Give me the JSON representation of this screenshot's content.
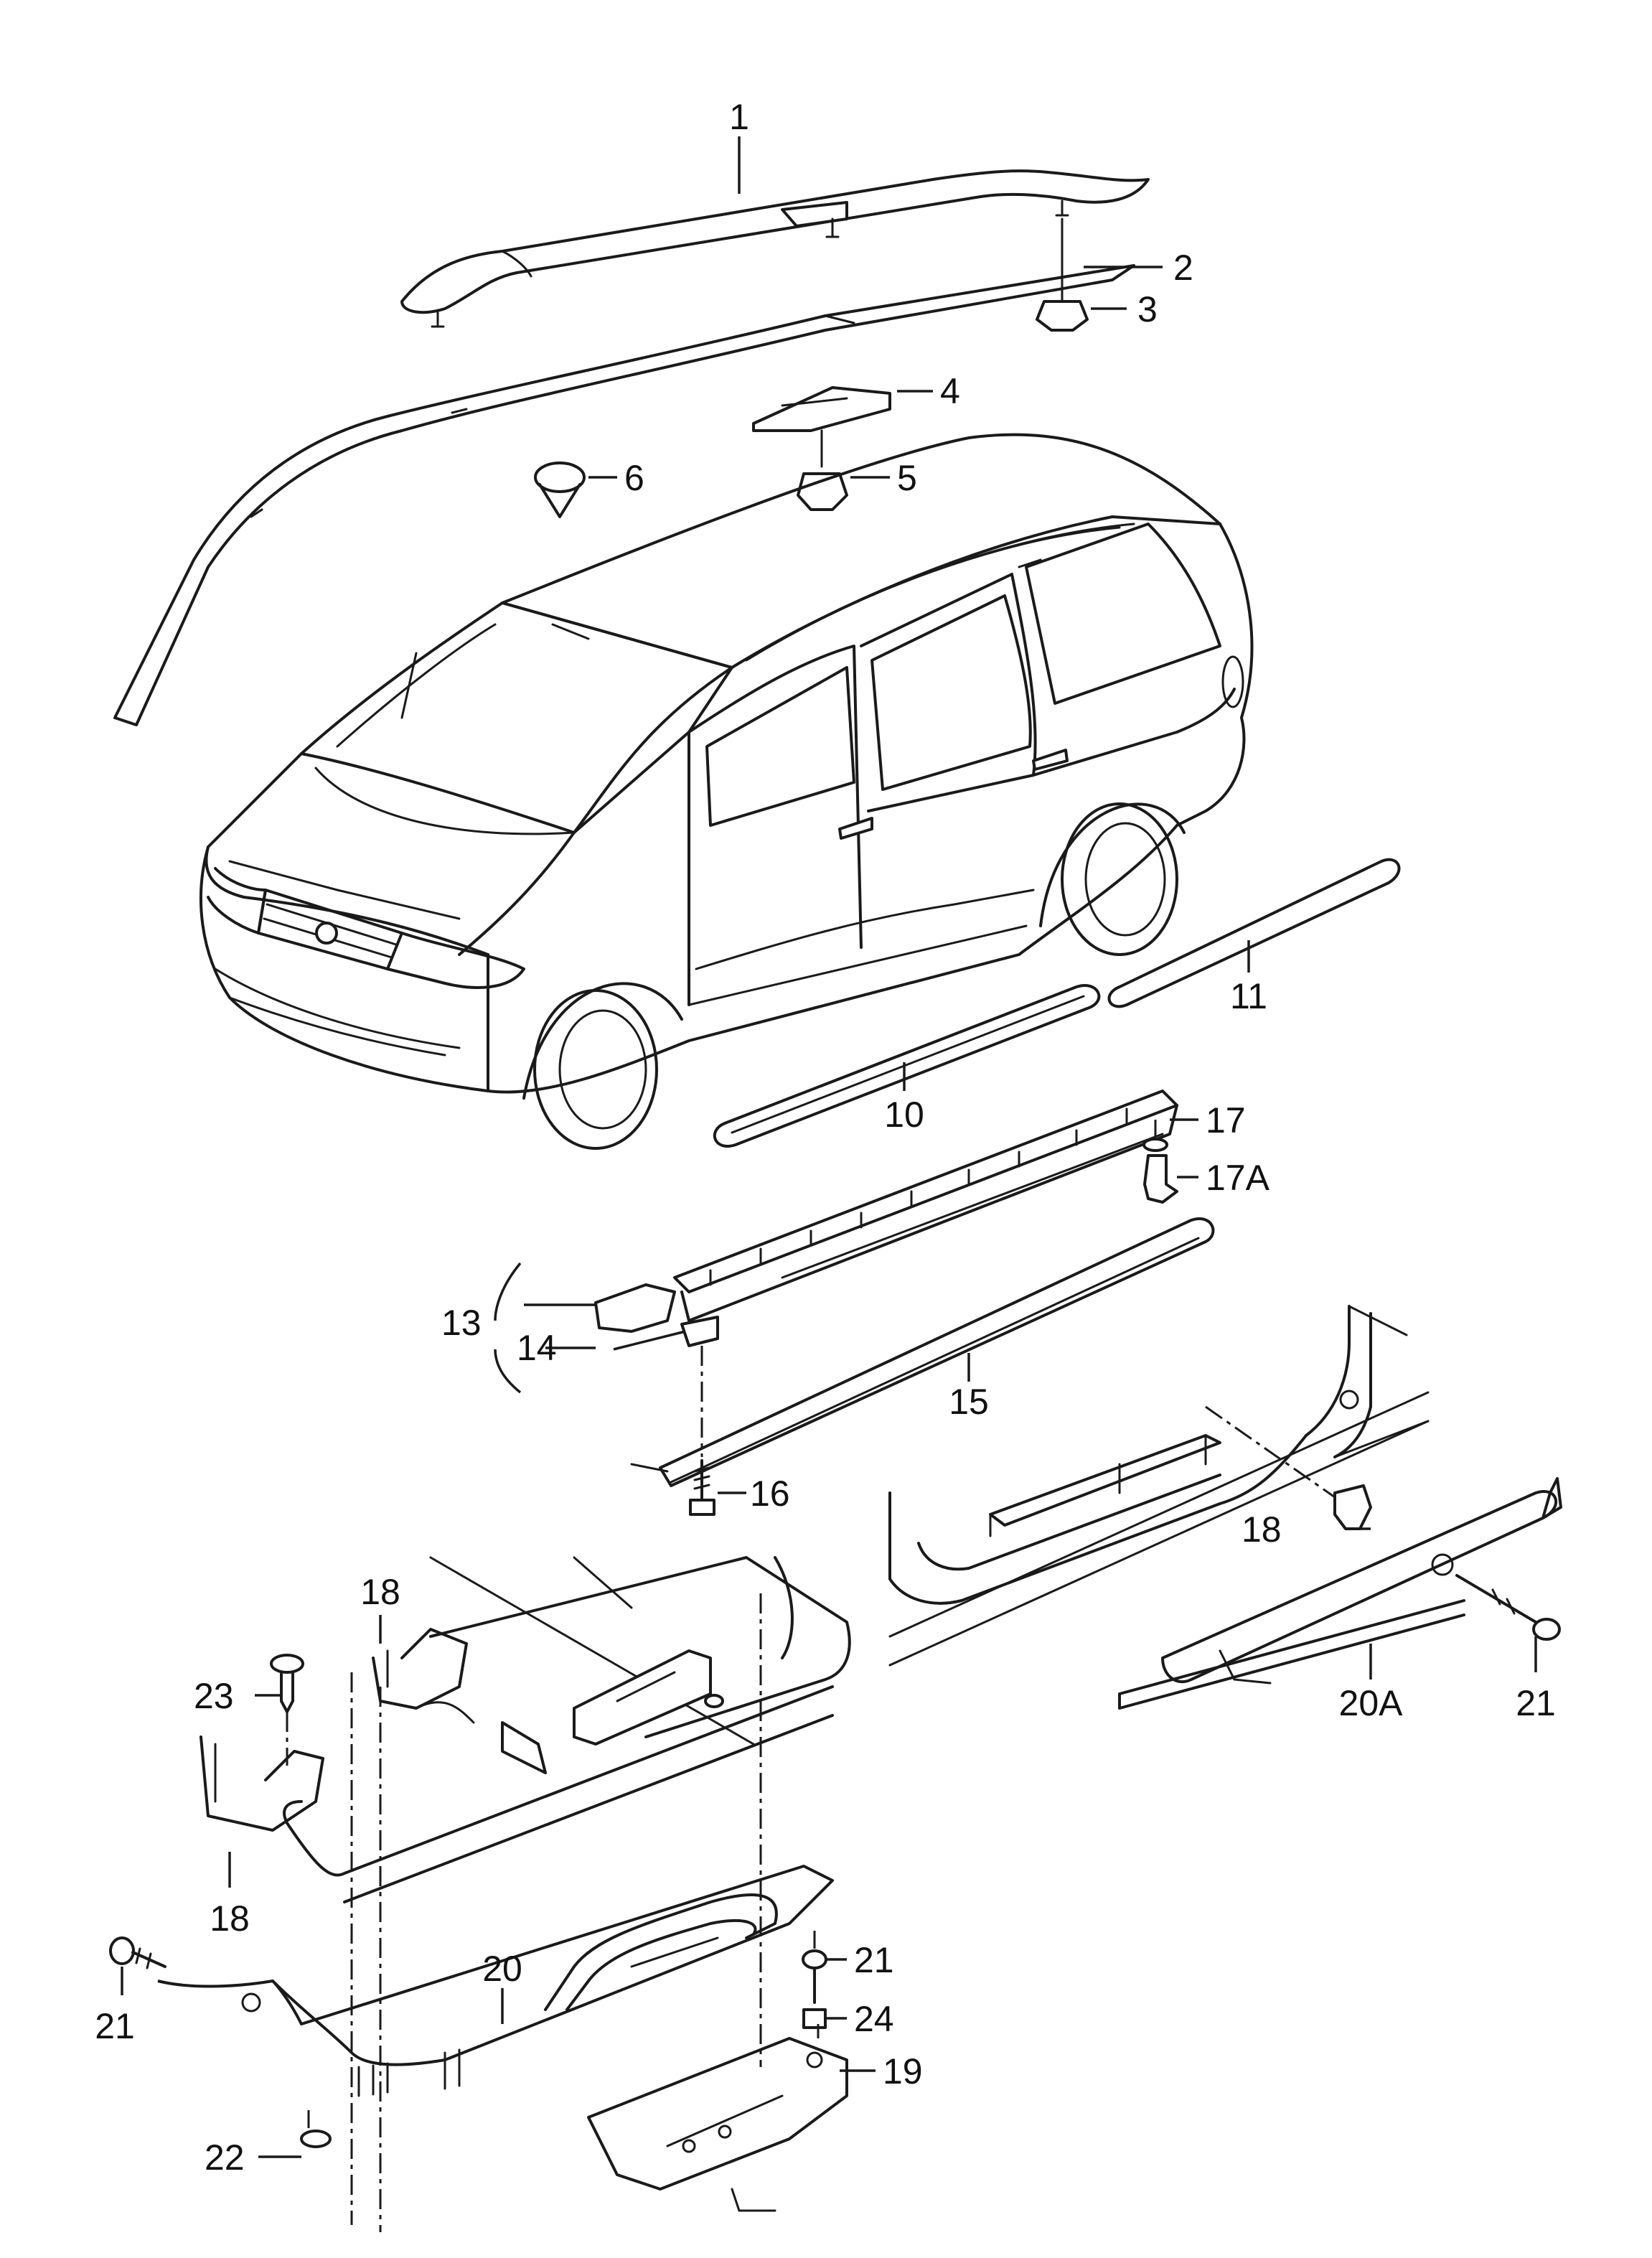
{
  "callouts": {
    "c1": "1",
    "c2": "2",
    "c3": "3",
    "c4": "4",
    "c5": "5",
    "c6": "6",
    "c10": "10",
    "c11": "11",
    "c13": "13",
    "c14": "14",
    "c15": "15",
    "c16": "16",
    "c17": "17",
    "c17a": "17A",
    "c18a": "18",
    "c18b": "18",
    "c18c": "18",
    "c19": "19",
    "c20": "20",
    "c20a": "20A",
    "c21a": "21",
    "c21b": "21",
    "c21c": "21",
    "c22": "22",
    "c23": "23",
    "c24": "24"
  }
}
